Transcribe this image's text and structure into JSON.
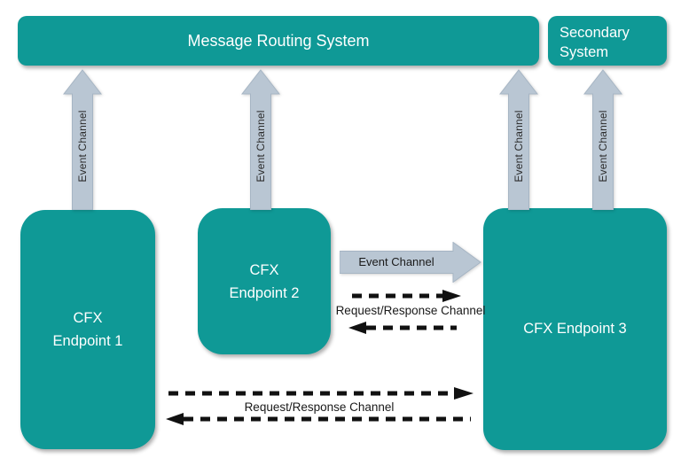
{
  "colors": {
    "teal": "#0f9996",
    "arrow_fill": "#b9c6d3",
    "arrow_stroke": "#a6b5c4",
    "dash": "#111111",
    "box_text": "#ffffff",
    "label_text": "#1a1a1a"
  },
  "boxes": {
    "routing_system": {
      "label": "Message Routing System"
    },
    "secondary_system": {
      "label": "Secondary System"
    },
    "endpoint_1": {
      "line1": "CFX",
      "line2": "Endpoint 1"
    },
    "endpoint_2": {
      "line1": "CFX",
      "line2": "Endpoint 2"
    },
    "endpoint_3": {
      "label": "CFX Endpoint 3"
    }
  },
  "event_channels": {
    "vertical": [
      {
        "label": "Event Channel"
      },
      {
        "label": "Event Channel"
      },
      {
        "label": "Event Channel"
      },
      {
        "label": "Event Channel"
      }
    ],
    "horizontal": {
      "label": "Event Channel"
    }
  },
  "request_response_channels": {
    "mid": {
      "label": "Request/Response Channel"
    },
    "bottom": {
      "label": "Request/Response Channel"
    }
  }
}
